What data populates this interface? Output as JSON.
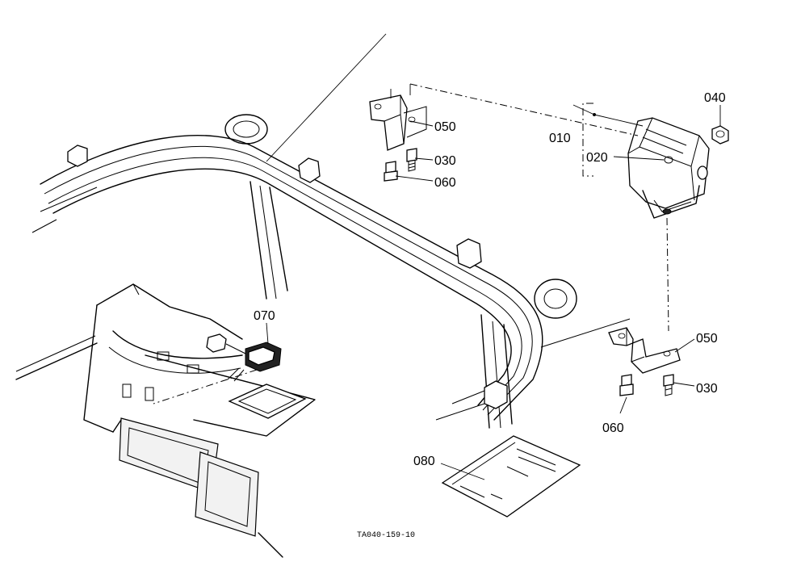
{
  "diagram": {
    "reference_code": "TA040-159-10",
    "callouts": {
      "c010": "010",
      "c020": "020",
      "c030_top": "030",
      "c030_bottom": "030",
      "c040": "040",
      "c050_top": "050",
      "c050_bottom": "050",
      "c060_top": "060",
      "c060_bottom": "060",
      "c070": "070",
      "c080": "080"
    }
  }
}
